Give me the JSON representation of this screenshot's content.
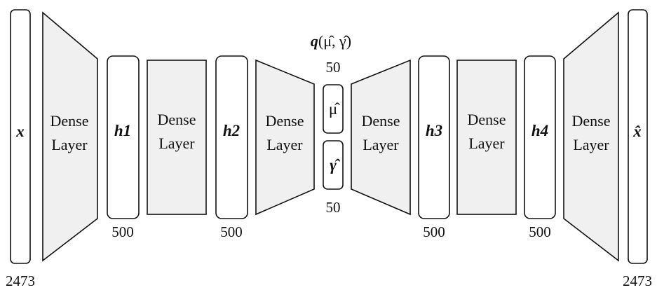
{
  "dense_label_line1": "Dense",
  "dense_label_line2": "Layer",
  "input": {
    "symbol": "x",
    "size": "2473"
  },
  "h1": {
    "symbol": "h1",
    "size": "500"
  },
  "h2": {
    "symbol": "h2",
    "size": "500"
  },
  "latent": {
    "title_q": "q",
    "title_args": "(μ̂, γ̂)",
    "mu": "μ̂",
    "gamma": "γ̂",
    "mu_size": "50",
    "gamma_size": "50"
  },
  "h3": {
    "symbol": "h3",
    "size": "500"
  },
  "h4": {
    "symbol": "h4",
    "size": "500"
  },
  "output": {
    "symbol": "x̂",
    "size": "2473"
  },
  "colors": {
    "layer_fill": "#f0f0f0",
    "stroke": "#111111",
    "node_fill": "#ffffff"
  }
}
